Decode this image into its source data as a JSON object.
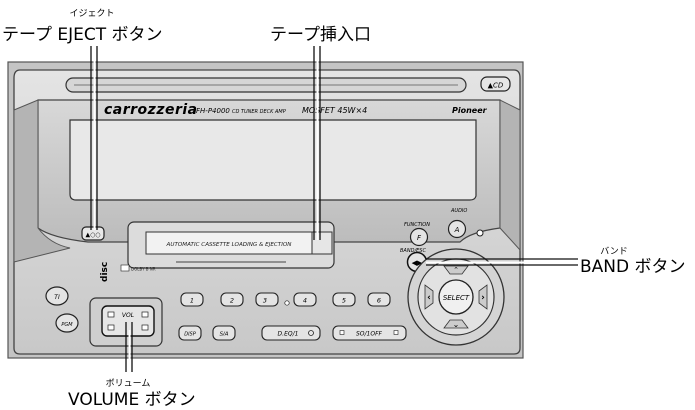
{
  "callouts": {
    "eject_ruby": "イジェクト",
    "eject_label": "テープ EJECT ボタン",
    "tape_slot_label": "テープ挿入口",
    "band_ruby": "バンド",
    "band_label": "BAND ボタン",
    "volume_ruby": "ボリューム",
    "volume_label": "VOLUME ボタン"
  },
  "unit": {
    "eject_cd_button": "▲CD",
    "brand": "carrozzeria",
    "model": "FH-P4000",
    "model_desc": "CD TUNER DECK AMP",
    "mosfet": "MOSFET 45W×4",
    "pioneer": "Pioneer",
    "tape_eject_button": "▲○○",
    "cassette_text": "AUTOMATIC CASSETTE LOADING & EJECTION",
    "function_label": "FUNCTION",
    "function_button": "F",
    "audio_label": "AUDIO",
    "audio_button": "A",
    "band_esc_label": "BAND/ESC",
    "band_button": "◀▶",
    "select_label": "SELECT",
    "ti_button": "TI",
    "pgm_button": "PGM",
    "vol_label": "VOL",
    "disc_logo": "disc",
    "dolby_label": "DOLBY B NR",
    "preset_buttons": [
      "1",
      "2",
      "3",
      "4",
      "5",
      "6"
    ],
    "disp_button": "DISP",
    "sa_button": "S/A",
    "deq_button": "D.EQ/1",
    "so_button": "SO/1OFF"
  }
}
